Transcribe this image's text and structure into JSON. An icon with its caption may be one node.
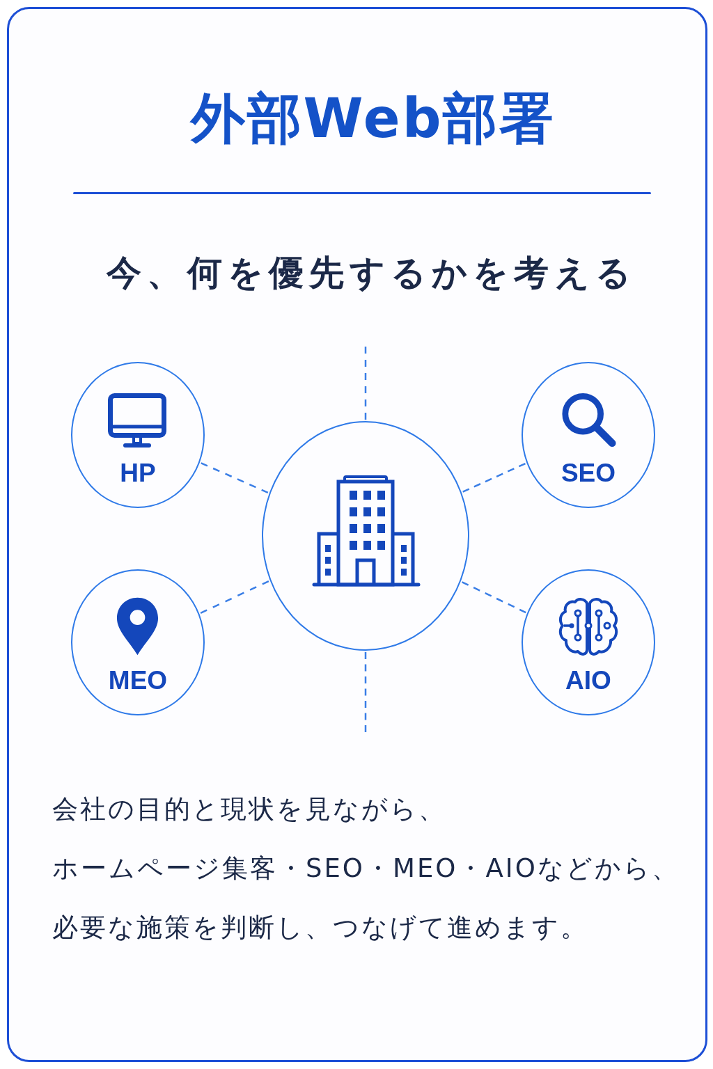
{
  "diagram": {
    "title": "外部Web部署",
    "nodes": [
      {
        "text": [
          "HP"
        ]
      },
      {
        "text": [
          "SEO"
        ]
      },
      {
        "text": [],
        "shape": "circle"
      },
      {
        "text": [
          "MEO"
        ]
      },
      {
        "text": [
          "AIO"
        ]
      }
    ],
    "edges": [
      {
        "from": null,
        "to": 2,
        "arrow": "none",
        "style": "dashed"
      },
      {
        "from": 2,
        "to": 0,
        "arrow": "none",
        "style": "dashed"
      },
      {
        "from": 2,
        "to": 1,
        "arrow": "none",
        "style": "dashed"
      },
      {
        "from": 2,
        "to": 3,
        "arrow": "none",
        "style": "dashed"
      },
      {
        "from": 2,
        "to": 4,
        "arrow": "none",
        "style": "dashed"
      },
      {
        "from": 2,
        "to": null,
        "arrow": "none",
        "style": "dashed"
      }
    ],
    "labels": [
      "今、何を優先するかを考える",
      "会社の目的と現状を見ながら、",
      "ホームページ集客・SEO・MEO・AIOなどから、",
      "必要な施策を判断し、つなげて進めます。"
    ]
  }
}
